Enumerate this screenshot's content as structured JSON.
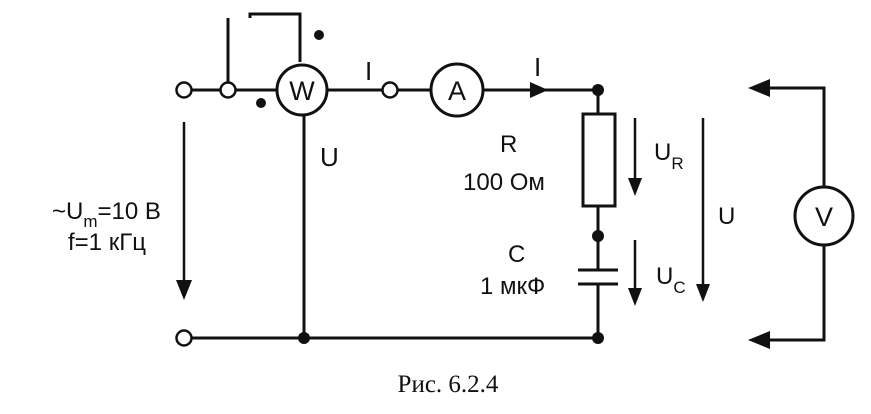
{
  "meters": {
    "wattmeter": "W",
    "ammeter": "A",
    "voltmeter": "V"
  },
  "labels": {
    "current_1": "I",
    "current_2": "I",
    "voltage_wattmeter": "U",
    "source_amplitude_main": "~U",
    "source_amplitude_sub": "m",
    "source_amplitude_rest": "=10 В",
    "source_frequency": "f=1 кГц",
    "resistor_name": "R",
    "resistor_value": "100 Ом",
    "resistor_voltage_main": "U",
    "resistor_voltage_sub": "R",
    "capacitor_name": "C",
    "capacitor_value": "1 мкФ",
    "capacitor_voltage_main": "U",
    "capacitor_voltage_sub": "C",
    "total_voltage": "U"
  },
  "caption": "Рис. 6.2.4"
}
